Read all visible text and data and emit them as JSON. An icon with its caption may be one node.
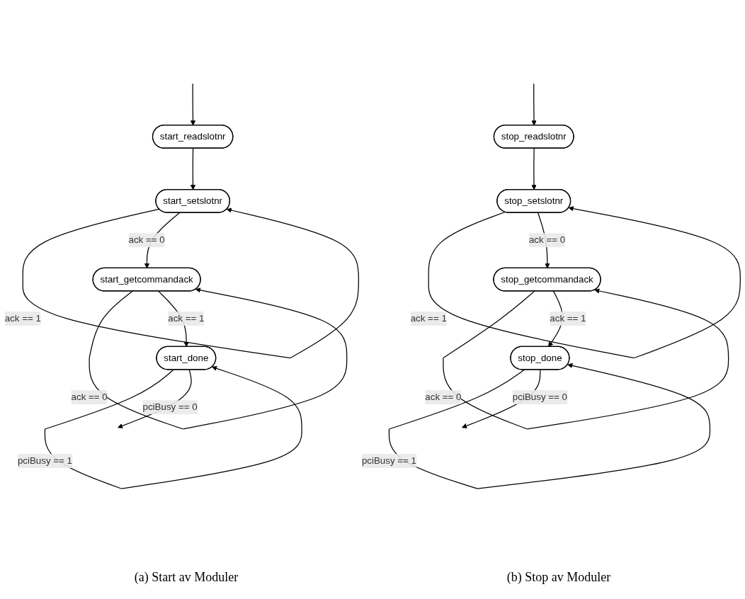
{
  "diagram": {
    "nodes": [
      {
        "text": [
          "start_readslotnr"
        ]
      },
      {
        "text": [
          "start_setslotnr"
        ]
      },
      {
        "text": [
          "start_getcommandack"
        ]
      },
      {
        "text": [
          "start_done"
        ]
      },
      {
        "text": [
          "stop_readslotnr"
        ]
      },
      {
        "text": [
          "stop_setslotnr"
        ]
      },
      {
        "text": [
          "stop_getcommandack"
        ]
      },
      {
        "text": [
          "stop_done"
        ]
      }
    ],
    "edges": [
      {
        "from": null,
        "to": 0,
        "arrow": "to"
      },
      {
        "from": 0,
        "to": 1,
        "arrow": "to"
      },
      {
        "from": 1,
        "to": 1,
        "label": "ack == 1",
        "arrow": "to"
      },
      {
        "from": 1,
        "to": 2,
        "label": "ack == 0",
        "arrow": "to"
      },
      {
        "from": 2,
        "to": 2,
        "label": "ack == 0",
        "arrow": "to"
      },
      {
        "from": 2,
        "to": 3,
        "label": "ack == 1",
        "arrow": "to"
      },
      {
        "from": 3,
        "to": 3,
        "label": "pciBusy == 1",
        "arrow": "to"
      },
      {
        "from": 3,
        "to": null,
        "label": "pciBusy == 0",
        "arrow": "to"
      },
      {
        "from": null,
        "to": 4,
        "arrow": "to"
      },
      {
        "from": 4,
        "to": 5,
        "arrow": "to"
      },
      {
        "from": 5,
        "to": 5,
        "label": "ack == 1",
        "arrow": "to"
      },
      {
        "from": 5,
        "to": 6,
        "label": "ack == 0",
        "arrow": "to"
      },
      {
        "from": 6,
        "to": 6,
        "label": "ack == 0",
        "arrow": "to"
      },
      {
        "from": 6,
        "to": 7,
        "label": "ack == 1",
        "arrow": "to"
      },
      {
        "from": 7,
        "to": 7,
        "label": "pciBusy == 1",
        "arrow": "to"
      },
      {
        "from": 7,
        "to": null,
        "label": "pciBusy == 0",
        "arrow": "to"
      }
    ],
    "labels": [
      "(a) Start av Moduler",
      "(b) Stop av Moduler"
    ]
  }
}
